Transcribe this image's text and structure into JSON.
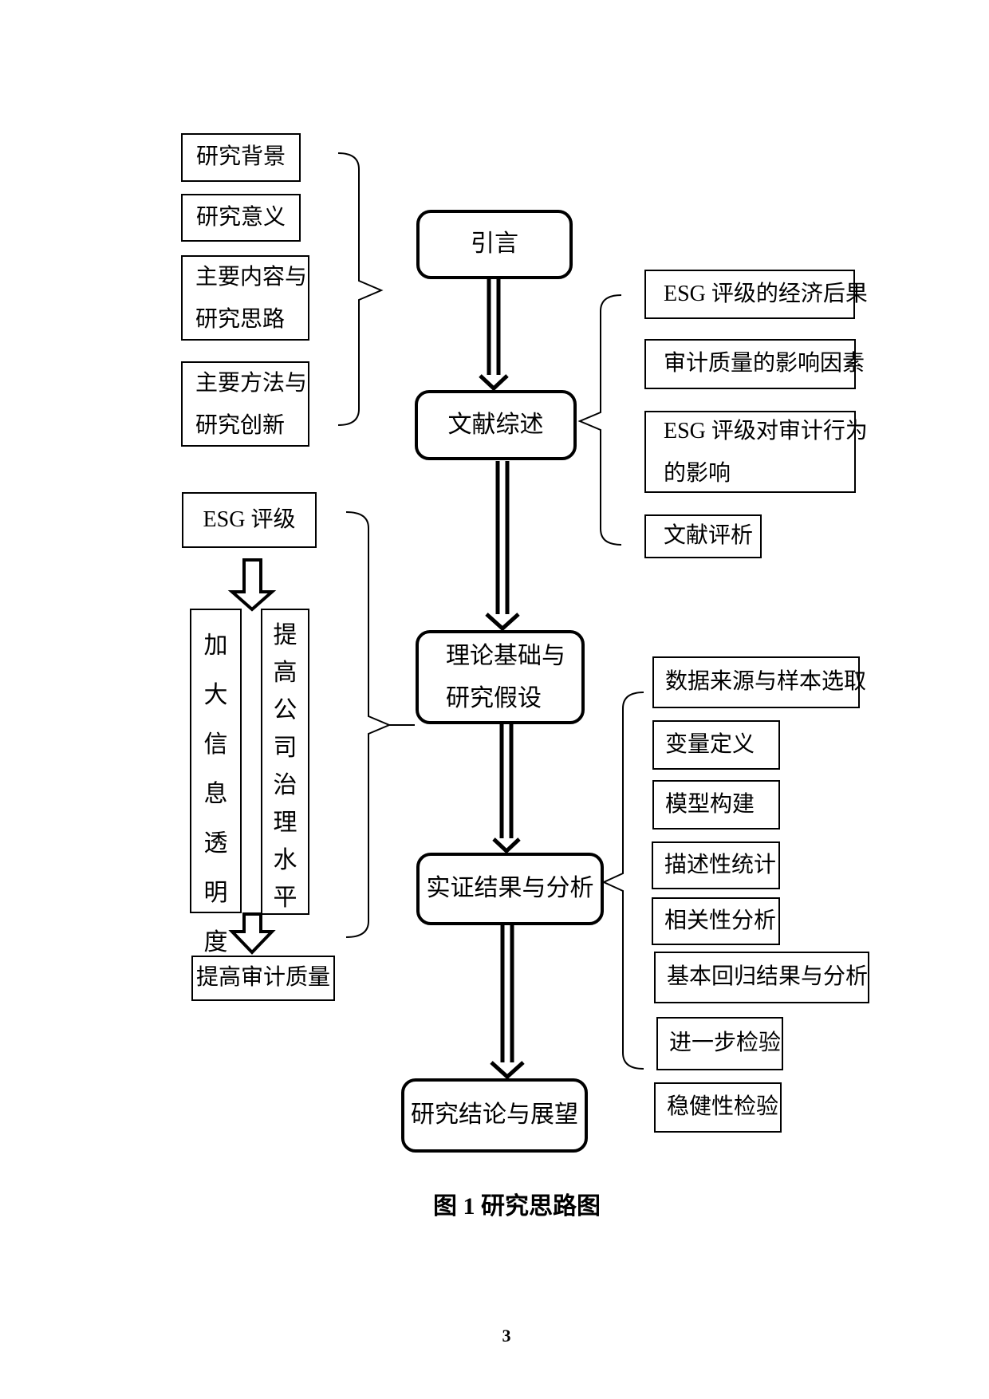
{
  "caption": "图 1 研究思路图",
  "page_number": "3",
  "colors": {
    "line": "#000000",
    "background": "#ffffff"
  },
  "main_flow": {
    "intro": "引言",
    "literature": "文献综述",
    "theory_line1": "理论基础与",
    "theory_line2": "研究假设",
    "empirical": "实证结果与分析",
    "conclusion": "研究结论与展望"
  },
  "intro_group": {
    "items": [
      {
        "label": "研究背景"
      },
      {
        "label": "研究意义"
      },
      {
        "line1": "主要内容与",
        "line2": "研究思路"
      },
      {
        "line1": "主要方法与",
        "line2": "研究创新"
      }
    ]
  },
  "literature_group": {
    "items": [
      {
        "label": "ESG 评级的经济后果"
      },
      {
        "label": "审计质量的影响因素"
      },
      {
        "line1": "ESG 评级对审计行为",
        "line2": "的影响"
      },
      {
        "label": "文献评析"
      }
    ]
  },
  "mechanism_group": {
    "source": "ESG 评级",
    "mediator_left": "加大信息透明度",
    "mediator_right": "提高公司治理水平",
    "outcome": "提高审计质量"
  },
  "empirical_group": {
    "items": [
      "数据来源与样本选取",
      "变量定义",
      "模型构建",
      "描述性统计",
      "相关性分析",
      "基本回归结果与分析",
      "进一步检验",
      "稳健性检验"
    ]
  }
}
